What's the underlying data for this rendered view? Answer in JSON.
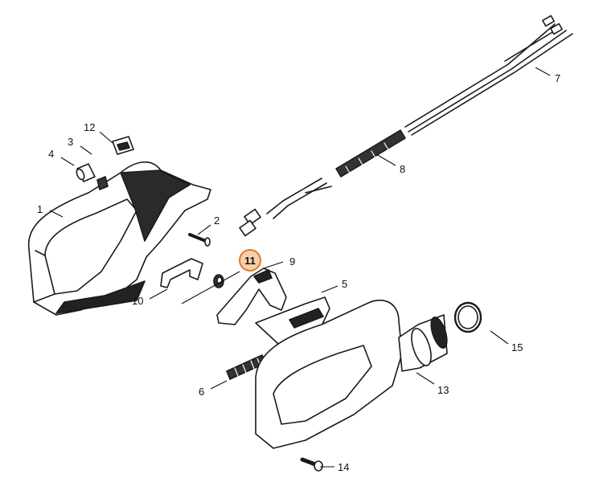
{
  "highlight": "11",
  "parts": {
    "p1": "1",
    "p2": "2",
    "p3": "3",
    "p4": "4",
    "p5": "5",
    "p6": "6",
    "p7": "7",
    "p8": "8",
    "p9": "9",
    "p10": "10",
    "p11": "11",
    "p12": "12",
    "p13": "13",
    "p14": "14",
    "p15": "15"
  }
}
